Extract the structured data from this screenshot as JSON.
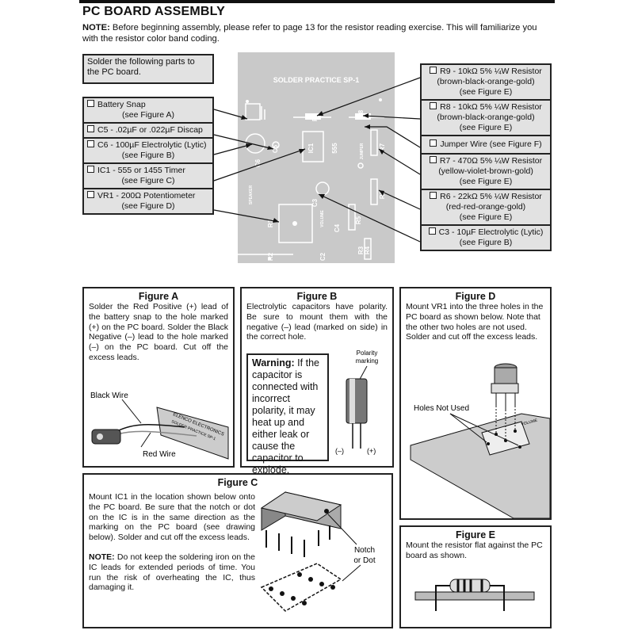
{
  "header": {
    "title": "PC BOARD ASSEMBLY",
    "note_label": "NOTE:",
    "note_text": " Before beginning assembly, please refer to page 13 for the resistor reading exercise.  This will familiarize you with the resistor color band coding."
  },
  "intro_box": {
    "text": "Solder the following parts to the PC board."
  },
  "board": {
    "title": "SOLDER PRACTICE SP-1",
    "labels": [
      "R9",
      "R8",
      "C5",
      "IC1",
      "555",
      "JUMPER",
      "R7",
      "C3",
      "VOLUME",
      "R6",
      "R5",
      "R1",
      "C4",
      "R3",
      "R4",
      "R2",
      "C2",
      "C6",
      "SPEAKER"
    ]
  },
  "left_parts": [
    {
      "name": "Battery Snap",
      "ref": "(see Figure A)"
    },
    {
      "name": "C5 - .02µF or .022µF Discap",
      "ref": ""
    },
    {
      "name": "C6 - 100µF Electrolytic (Lytic)",
      "ref": "(see Figure B)"
    },
    {
      "name": "IC1 - 555 or 1455 Timer",
      "ref": "(see Figure C)"
    },
    {
      "name": "VR1 - 200Ω Potentiometer",
      "ref": "(see Figure D)"
    }
  ],
  "right_parts": [
    {
      "name": "R9 - 10kΩ 5% ¼W Resistor",
      "colors": "(brown-black-orange-gold)",
      "ref": "(see Figure E)"
    },
    {
      "name": "R8 - 10kΩ 5% ¼W Resistor",
      "colors": "(brown-black-orange-gold)",
      "ref": "(see Figure E)"
    },
    {
      "name": "Jumper Wire (see Figure F)",
      "colors": "",
      "ref": ""
    },
    {
      "name": "R7 - 470Ω 5% ¼W Resistor",
      "colors": "(yellow-violet-brown-gold)",
      "ref": "(see Figure E)"
    },
    {
      "name": "R6 - 22kΩ 5% ¼W Resistor",
      "colors": "(red-red-orange-gold)",
      "ref": "(see Figure E)"
    },
    {
      "name": "C3 - 10µF Electrolytic (Lytic)",
      "colors": "",
      "ref": "(see Figure B)"
    }
  ],
  "figure_a": {
    "title": "Figure A",
    "text": "Solder the Red Positive (+) lead of the battery snap to the hole marked (+) on the PC board.  Solder the Black Negative (–) lead to the hole marked (–) on the PC board.  Cut off the excess leads.",
    "black_wire": "Black Wire",
    "red_wire": "Red Wire",
    "board_text_1": "ELENCO ELECTRONICS",
    "board_text_2": "SOLDER PRACTICE SP-1"
  },
  "figure_b": {
    "title": "Figure B",
    "text": "Electrolytic capacitors have polarity. Be sure to mount them with the negative (–) lead (marked on side) in the correct hole.",
    "warning_label": "Warning:",
    "warning_text": " If the capacitor is connected with incorrect polarity, it may heat up and either leak or cause the capacitor to explode.",
    "polarity_1": "Polarity",
    "polarity_2": "marking",
    "minus": "(–)",
    "plus": "(+)"
  },
  "figure_c": {
    "title": "Figure C",
    "text": "Mount IC1 in the location shown below onto the PC board.  Be sure that the notch or dot on the IC is in the same direction as the marking on the PC board (see drawing below).  Solder and cut off the excess leads.",
    "note_label": "NOTE:",
    "note_text": "  Do not keep the soldering iron on the IC leads for extended periods of time.  You run the risk of overheating the IC, thus damaging it.",
    "notch_1": "Notch",
    "notch_2": "or Dot"
  },
  "figure_d": {
    "title": "Figure D",
    "text": "Mount VR1 into the three holes in the PC board as shown below.  Note that the other two holes are not used. Solder and cut off the excess leads.",
    "holes_label": "Holes Not Used",
    "volume": "VOLUME"
  },
  "figure_e": {
    "title": "Figure E",
    "text": "Mount the resistor flat against the PC board as shown."
  }
}
